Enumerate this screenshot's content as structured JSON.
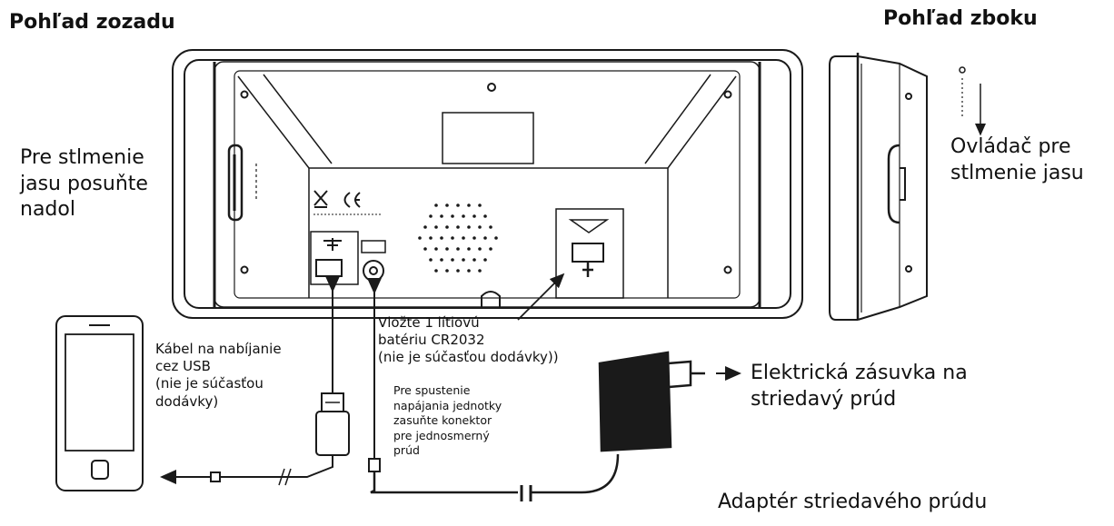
{
  "headings": {
    "back_view": "Pohľad zozadu",
    "side_view": "Pohľad zboku"
  },
  "labels": {
    "dimmer_back": "Pre stlmenie\njasu posuňte\nnadol",
    "dimmer_side": "Ovládač pre\nstlmenie jasu",
    "battery": "Vložte 1 lítiovú\nbatériu CR2032\n(nie je súčasťou dodávky))",
    "usb_cable": "Kábel na nabíjanie\ncez USB\n (nie je súčasťou\n dodávky)",
    "dc_connector": "Pre spustenie\nnapájania jednotky\nzasuňte konektor\npre jednosmerný\n prúd",
    "outlet": "Elektrická zásuvka na\nstriedavý prúd",
    "adapter": "Adaptér striedavého prúdu"
  },
  "colors": {
    "line": "#1a1a1a",
    "background": "#ffffff"
  }
}
